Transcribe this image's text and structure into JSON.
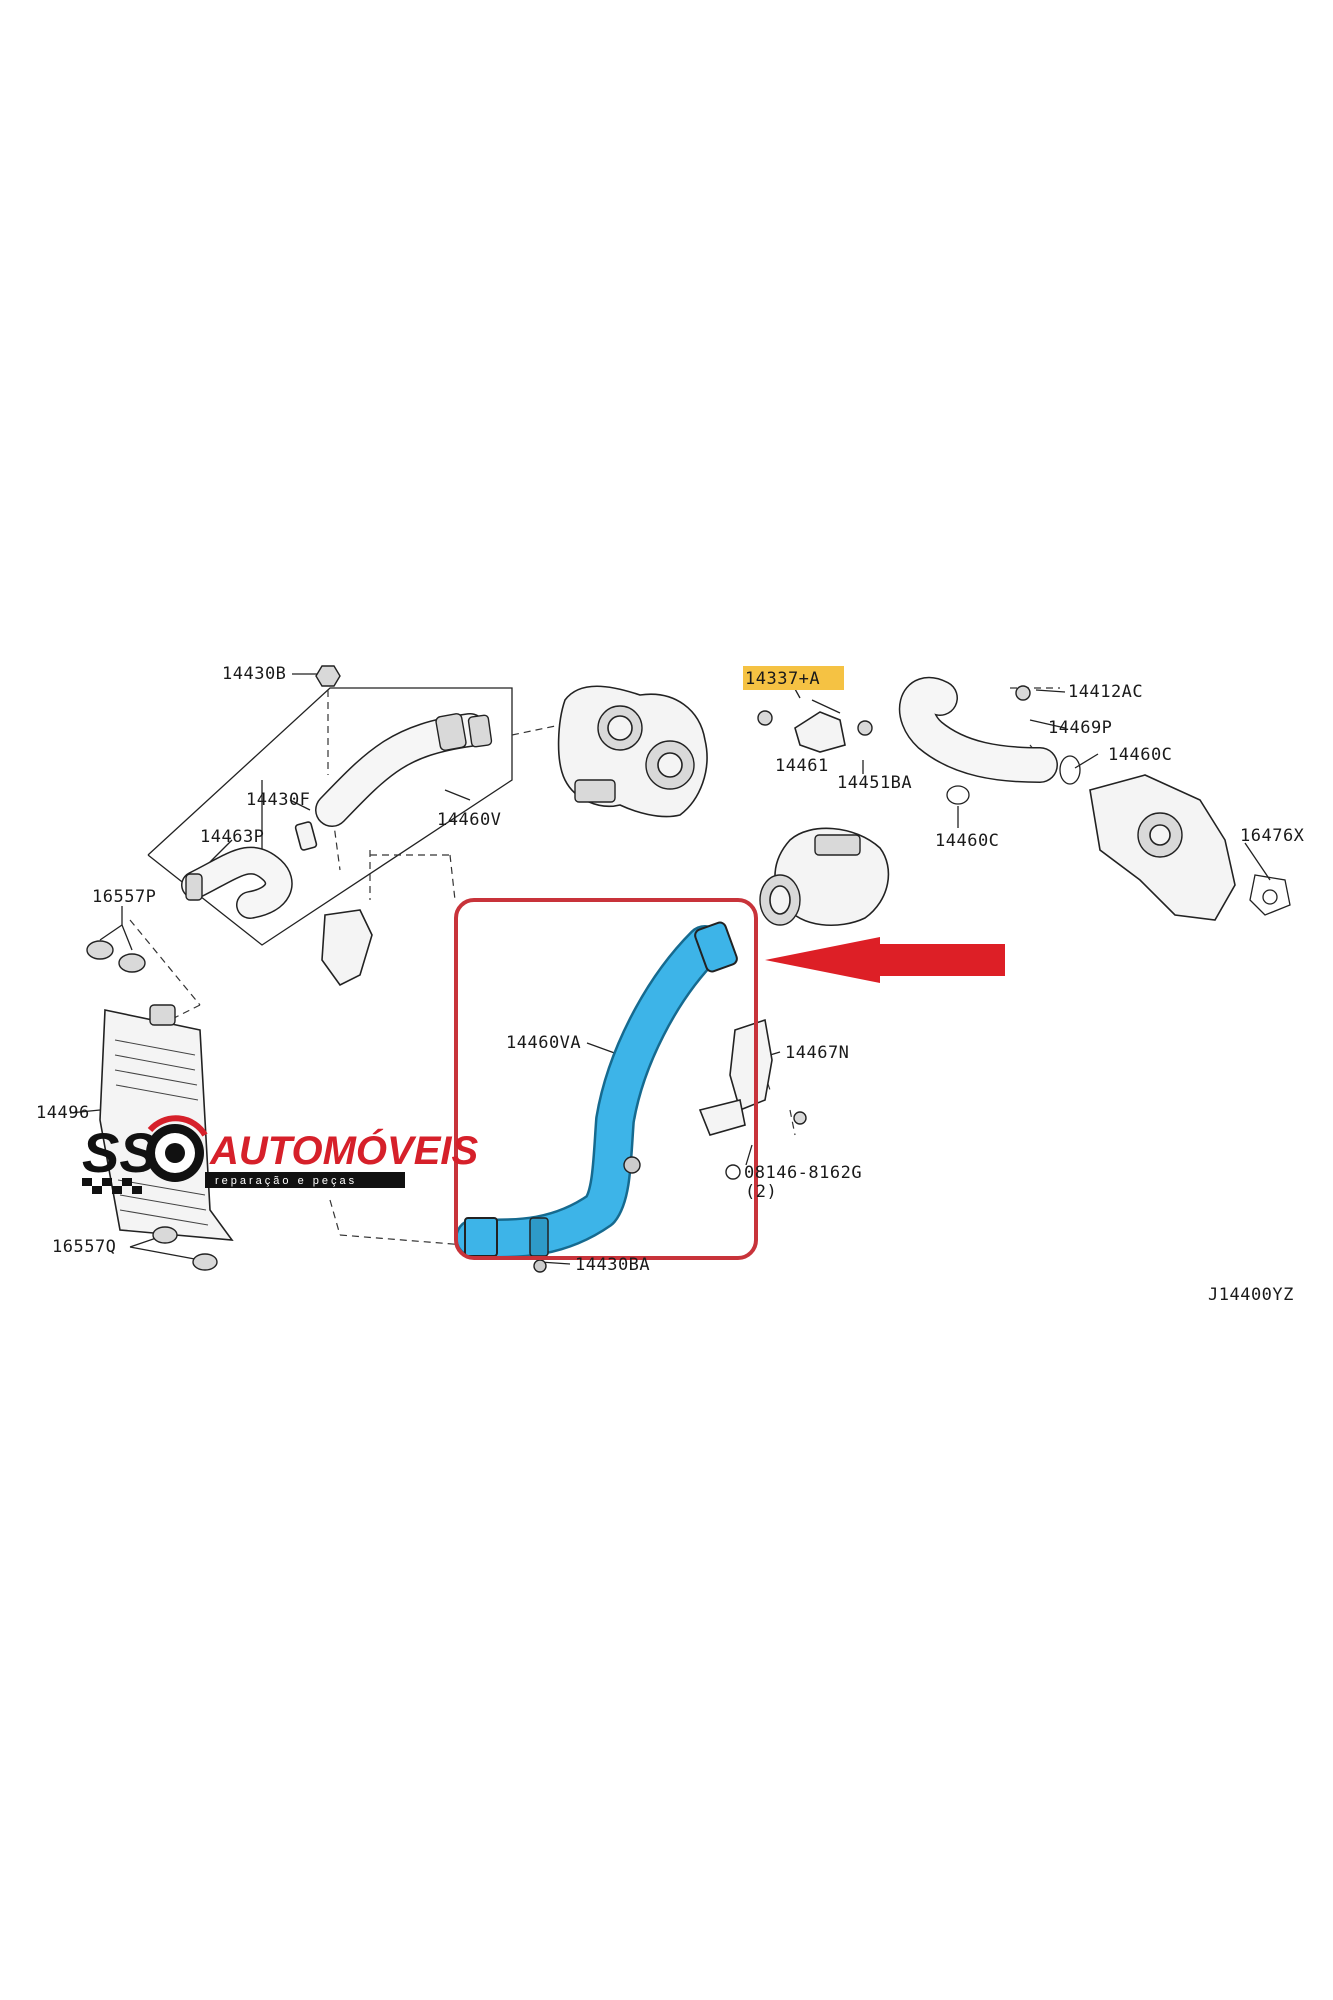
{
  "parts": {
    "p14430B": "14430B",
    "p14430F": "14430F",
    "p14463P": "14463P",
    "p16557P": "16557P",
    "p14460V": "14460V",
    "p14337A": "14337+A",
    "p14461": "14461",
    "p14451BA": "14451BA",
    "p14412AC": "14412AC",
    "p14469P": "14469P",
    "p14460C_a": "14460C",
    "p14460C_b": "14460C",
    "p16476X": "16476X",
    "p14460VA": "14460VA",
    "p14467N": "14467N",
    "p14496": "14496",
    "p08146": "08146-8162G",
    "p08146_qty": "(2)",
    "p14430BA": "14430BA",
    "p16557Q": "16557Q"
  },
  "diagram_code": "J14400YZ",
  "logo": {
    "letters": "SS",
    "name": "AUTOMÓVEIS",
    "tagline": "reparação e peças"
  },
  "colors": {
    "highlight_part": "#3db4e8",
    "callout_box": "#c8333a",
    "arrow": "#dd1f26",
    "label_highlight": "#f5c243",
    "logo_red": "#d6202a"
  }
}
